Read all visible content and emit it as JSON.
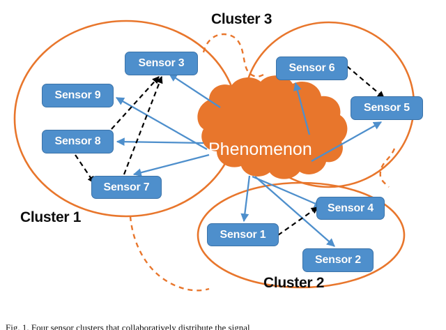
{
  "figure": {
    "caption": "Fig. 1.  Four sensor clusters that collaboratively distribute the signal",
    "colors": {
      "cluster_outline": "#E8762C",
      "sensor_fill": "#4E8FCC",
      "sensor_border": "#3A72A8",
      "phenomenon_fill": "#E8762C",
      "blue_arrow": "#4E8FCC",
      "black_arrow": "#000000",
      "background": "#FFFFFF",
      "label_text": "#0D0D0D"
    }
  },
  "phenomenon": {
    "label": "Phenomenon"
  },
  "clusters": [
    {
      "id": "cluster-1",
      "label": "Cluster 1"
    },
    {
      "id": "cluster-2",
      "label": "Cluster 2"
    },
    {
      "id": "cluster-3",
      "label": "Cluster 3"
    }
  ],
  "sensors": [
    {
      "id": "sensor-1",
      "label": "Sensor 1",
      "cluster": "Cluster 2"
    },
    {
      "id": "sensor-2",
      "label": "Sensor 2",
      "cluster": "Cluster 2"
    },
    {
      "id": "sensor-3",
      "label": "Sensor 3",
      "cluster": "Cluster 1"
    },
    {
      "id": "sensor-4",
      "label": "Sensor 4",
      "cluster": "Cluster 2"
    },
    {
      "id": "sensor-5",
      "label": "Sensor 5",
      "cluster": "Cluster 3"
    },
    {
      "id": "sensor-6",
      "label": "Sensor 6",
      "cluster": "Cluster 3"
    },
    {
      "id": "sensor-7",
      "label": "Sensor 7",
      "cluster": "Cluster 1"
    },
    {
      "id": "sensor-8",
      "label": "Sensor 8",
      "cluster": "Cluster 1"
    },
    {
      "id": "sensor-9",
      "label": "Sensor 9",
      "cluster": "Cluster 1"
    }
  ],
  "edges": {
    "sensing_links_blue": [
      {
        "from": "Phenomenon",
        "to": "Sensor 3"
      },
      {
        "from": "Phenomenon",
        "to": "Sensor 8"
      },
      {
        "from": "Phenomenon",
        "to": "Sensor 7"
      },
      {
        "from": "Phenomenon",
        "to": "Sensor 9"
      },
      {
        "from": "Phenomenon",
        "to": "Sensor 6"
      },
      {
        "from": "Phenomenon",
        "to": "Sensor 5"
      },
      {
        "from": "Phenomenon",
        "to": "Sensor 1"
      },
      {
        "from": "Phenomenon",
        "to": "Sensor 4"
      },
      {
        "from": "Phenomenon",
        "to": "Sensor 2"
      }
    ],
    "comm_links_black_dashed": [
      {
        "from": "Sensor 9",
        "to": "Sensor 3"
      },
      {
        "from": "Sensor 7",
        "to": "Sensor 3"
      },
      {
        "from": "Sensor 8",
        "to": "Sensor 7"
      },
      {
        "from": "Sensor 6",
        "to": "Sensor 5"
      },
      {
        "from": "Sensor 1",
        "to": "Sensor 4"
      }
    ],
    "inter_cluster_dashed_orange": [
      {
        "from": "Cluster 1",
        "to": "Cluster 3"
      },
      {
        "from": "Cluster 1",
        "to": "Cluster 2"
      },
      {
        "from": "Cluster 3",
        "to": "Cluster 2"
      }
    ]
  }
}
